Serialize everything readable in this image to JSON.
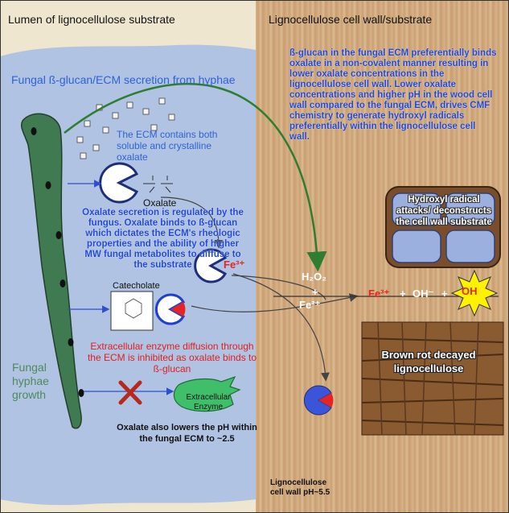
{
  "regions": {
    "left_title": "Lumen of lignocellulose substrate",
    "right_title": "Lignocellulose cell wall/substrate"
  },
  "labels": {
    "secretion": "Fungal ß-glucan/ECM secretion from hyphae",
    "ecm_note": "The ECM contains both soluble and crystalline oxalate",
    "oxalate": "Oxalate",
    "oxalate_para": "Oxalate secretion is regulated by the fungus. Oxalate binds to ß-glucan which dictates the ECM's rheologic properties and the ability of higher MW fungal metabolites to diffuse to the substrate",
    "catecholate": "Catecholate",
    "enzyme_para": "Extracellular enzyme diffusion through the ECM is inhibited as oxalate binds to ß-glucan",
    "hyphae_line1": "Fungal",
    "hyphae_line2": "hyphae",
    "hyphae_line3": "growth",
    "ph_note": "Oxalate also lowers the pH within the fungal ECM to ~2.5",
    "enzyme_line1": "Extracellular",
    "enzyme_line2": "Enzyme",
    "wall_ph_line1": "Lignocellulose",
    "wall_ph_line2": "cell wall pH~5.5",
    "right_para": "ß-glucan in the fungal ECM preferentially binds oxalate in a non-covalent manner resulting in lower oxalate concentrations in the lignocellulose cell wall. Lower oxalate concentrations and higher pH in the wood cell wall compared to the fungal ECM, drives CMF chemistry to generate hydroxyl radicals preferentially within the lignocellulose cell wall.",
    "hydroxyl": "Hydroxyl radical attacks/ deconstructs the cell wall substrate",
    "brown_rot": "Brown rot decayed lignocellulose"
  },
  "reaction": {
    "h2o2": "H₂O₂",
    "plus": "+",
    "fe2": "Fe²⁺",
    "fe3": "Fe³⁺",
    "oh_minus": "OH⁻",
    "oh_radical": "OH"
  },
  "colors": {
    "ecm_blue": "#a9bfe3",
    "hyphae_green": "#3f7a50",
    "text_blue": "#1f47d8",
    "text_red": "#e02020",
    "arrow_green": "#2e7d32"
  }
}
